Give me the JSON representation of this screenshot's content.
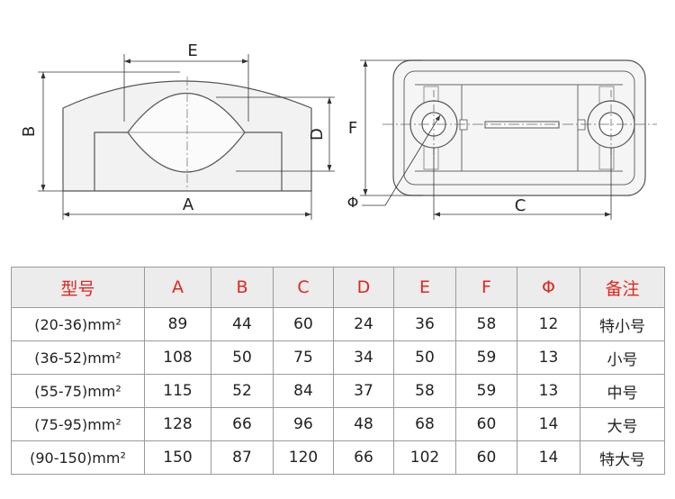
{
  "drawing": {
    "front_labels": {
      "A": "A",
      "B": "B",
      "D": "D",
      "E": "E"
    },
    "top_labels": {
      "C": "C",
      "F": "F",
      "phi": "Φ"
    }
  },
  "table": {
    "headers": [
      "型号",
      "A",
      "B",
      "C",
      "D",
      "E",
      "F",
      "Φ",
      "备注"
    ],
    "rows": [
      [
        "(20-36)mm²",
        "89",
        "44",
        "60",
        "24",
        "36",
        "58",
        "12",
        "特小号"
      ],
      [
        "(36-52)mm²",
        "108",
        "50",
        "75",
        "34",
        "50",
        "59",
        "13",
        "小号"
      ],
      [
        "(55-75)mm²",
        "115",
        "52",
        "84",
        "37",
        "58",
        "59",
        "13",
        "中号"
      ],
      [
        "(75-95)mm²",
        "128",
        "66",
        "96",
        "48",
        "68",
        "60",
        "14",
        "大号"
      ],
      [
        "(90-150)mm²",
        "150",
        "87",
        "120",
        "66",
        "102",
        "60",
        "14",
        "特大号"
      ]
    ]
  }
}
